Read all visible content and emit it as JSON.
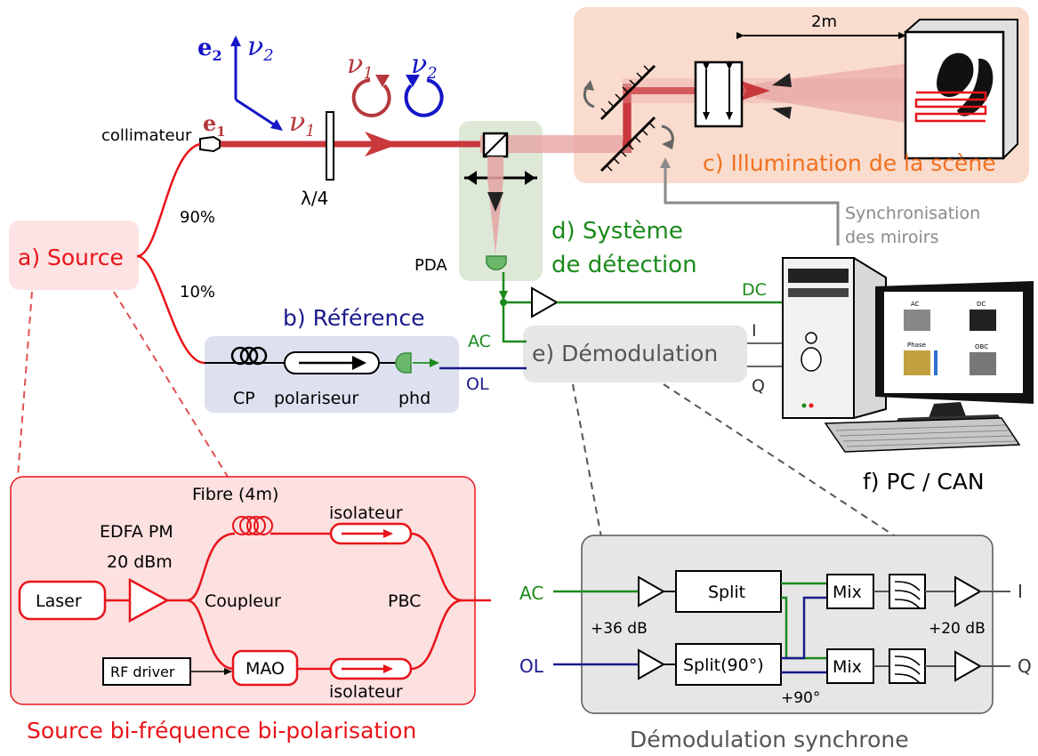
{
  "source": {
    "title": "a) Source",
    "split_90": "90%",
    "split_10": "10%",
    "collimator": "collimateur",
    "lambda4": "λ/4"
  },
  "polarization": {
    "e2": "e",
    "e2_sub": "2",
    "nu2": "ν",
    "nu2_sub": "2",
    "e1": "e",
    "e1_sub": "1",
    "nu1": "ν",
    "nu1_sub": "1",
    "circ_nu1": "ν",
    "circ_nu1_sub": "1",
    "circ_nu2": "ν",
    "circ_nu2_sub": "2"
  },
  "reference": {
    "title": "b) Référence",
    "cp": "CP",
    "polariseur": "polariseur",
    "phd": "phd",
    "ol": "OL"
  },
  "illumination": {
    "title": "c) Illumination de la scène",
    "distance": "2m"
  },
  "detection": {
    "title_line1": "d) Système",
    "title_line2": "de détection",
    "pda": "PDA",
    "ac": "AC",
    "dc": "DC"
  },
  "sync": {
    "line1": "Synchronisation",
    "line2": "des miroirs"
  },
  "demod": {
    "title": "e) Démodulation",
    "i": "I",
    "q": "Q"
  },
  "pc": {
    "label": "f) PC / CAN",
    "screen_ac": "AC",
    "screen_dc": "DC",
    "screen_phase": "Phase",
    "screen_obc": "OBC"
  },
  "source_detail": {
    "caption": "Source bi-fréquence bi-polarisation",
    "fibre": "Fibre (4m)",
    "edfa_line1": "EDFA PM",
    "edfa_line2": "20 dBm",
    "laser": "Laser",
    "coupleur": "Coupleur",
    "rf_driver": "RF driver",
    "mao": "MAO",
    "isolateur_top": "isolateur",
    "isolateur_bottom": "isolateur",
    "pbc": "PBC"
  },
  "demod_detail": {
    "caption": "Démodulation synchrone",
    "ac": "AC",
    "ol": "OL",
    "gain_in": "+36 dB",
    "split": "Split",
    "split90": "Split(90°)",
    "mix_top": "Mix",
    "mix_bottom": "Mix",
    "plus90": "+90°",
    "gain_out": "+20 dB",
    "out_i": "I",
    "out_q": "Q"
  },
  "colors": {
    "red": "#e8141a",
    "beam": "#c8383c",
    "green": "#1b8a1b",
    "navy": "#1a1a8c",
    "orange": "#f07020",
    "gray": "#8a8a8a"
  }
}
